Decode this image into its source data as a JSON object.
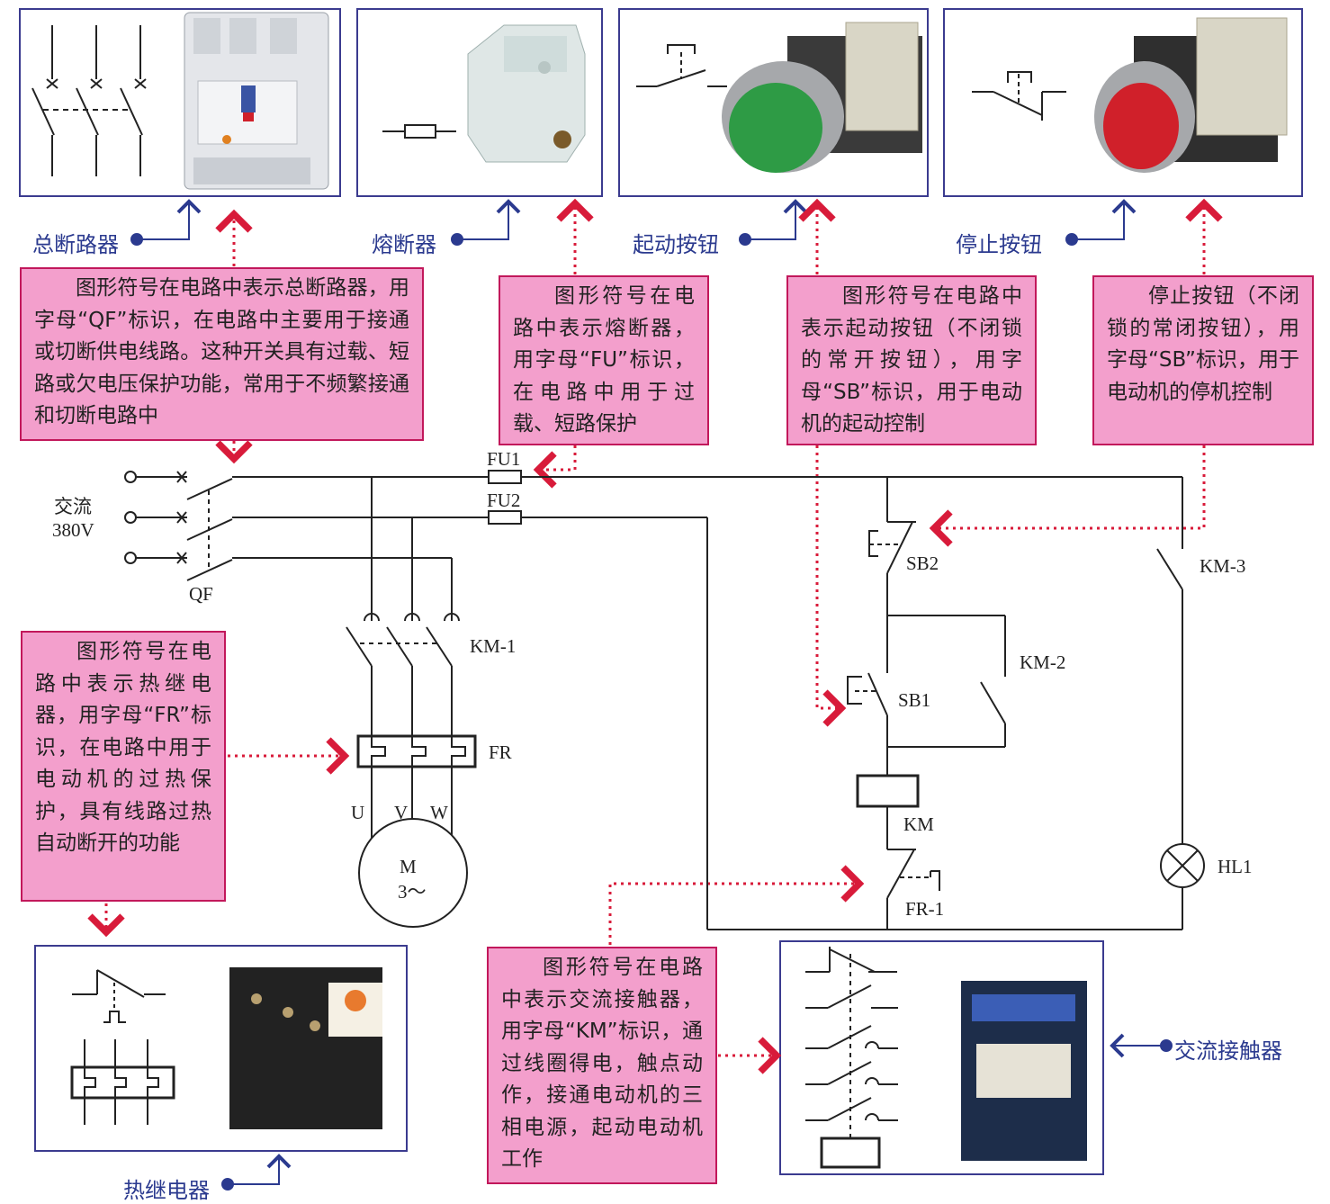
{
  "captions": {
    "breaker": "总断路器",
    "fuse": "熔断器",
    "start_button": "起动按钮",
    "stop_button": "停止按钮",
    "thermal_relay": "热继电器",
    "contactor": "交流接触器"
  },
  "notes": {
    "qf": "图形符号在电路中表示总断路器，用字母“QF”标识，在电路中主要用于接通或切断供电线路。这种开关具有过载、短路或欠电压保护功能，常用于不频繁接通和切断电路中",
    "fu": "图形符号在电路中表示熔断器，用字母“FU”标识，在电路中用于过载、短路保护",
    "sb_start": "图形符号在电路中表示起动按钮（不闭锁的常开按钮），用字母“SB”标识，用于电动机的起动控制",
    "sb_stop": "停止按钮（不闭锁的常闭按钮），用字母“SB”标识，用于电动机的停机控制",
    "fr": "图形符号在电路中表示热继电器，用字母“FR”标识，在电路中用于电动机的过热保护，具有线路过热自动断开的功能",
    "km": "图形符号在电路中表示交流接触器，用字母“KM”标识，通过线圈得电，触点动作，接通电动机的三相电源，起动电动机工作"
  },
  "labels": {
    "ac_line1": "交流",
    "ac_line2": "380V",
    "qf": "QF",
    "fu1": "FU1",
    "fu2": "FU2",
    "km1": "KM-1",
    "km2": "KM-2",
    "km3": "KM-3",
    "fr": "FR",
    "fr1": "FR-1",
    "sb1": "SB1",
    "sb2": "SB2",
    "km": "KM",
    "hl1": "HL1",
    "u": "U",
    "v": "V",
    "w": "W",
    "motor_m": "M",
    "motor_phase": "3～"
  },
  "colors": {
    "note_bg": "#f39fcc",
    "note_border": "#c2185b",
    "arrow_red": "#d81b3a",
    "pointer_blue": "#2b3a8f",
    "button_green": "#2e9b45",
    "button_red": "#d0202a"
  }
}
